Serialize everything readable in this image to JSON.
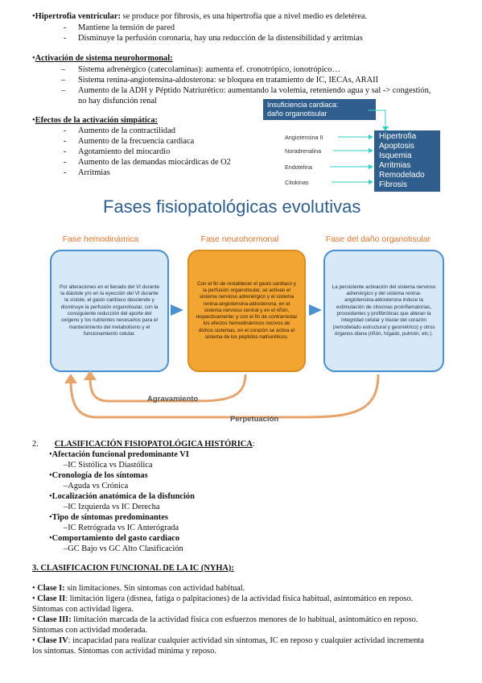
{
  "top": {
    "hipertrofia_title": "Hipertrofia ventricular:",
    "hipertrofia_text": " se produce por fibrosis, es una hipertrofia que a nivel medio es deletérea.",
    "hipertrofia_items": [
      "Mantiene la tensión de pared",
      "Disminuye la perfusión coronaria, hay una reducción de la distensibilidad y arritmias"
    ],
    "activacion_title": "Activación de sistema neurohormonal:",
    "activacion_items": [
      "Sistema adrenérgico (catecolaminas): aumenta ef. cronotrópico, ionotrópico…",
      "Sistema renina-angiotensina-aldosterona: se bloquea en tratamiento de IC, IECAs, ARAII",
      "Aumento de la ADH y Péptido Natriurético: aumentando la volemia, reteniendo agua y sal -> congestión,",
      "no hay disfunción renal"
    ],
    "efectos_title": "Efectos de la activación simpática:",
    "efectos_items": [
      "Aumento de la contractilidad",
      "Aumento de la frecuencia cardiaca",
      "Agotamiento del miocardio",
      "Aumento de las demandas miocárdicas de O2",
      "Arritmias"
    ]
  },
  "diagram": {
    "ic_box_line1": "Insuficiencia cardiaca:",
    "ic_box_line2": "daño organotisular",
    "agents": [
      "Angiotensina II",
      "Noradrenalina",
      "Endotelina",
      "Citokinas"
    ],
    "effects": [
      "Hipertrofia",
      "Apoptosis",
      "Isquemia",
      "Arritmias",
      "Remodelado",
      "Fibrosis"
    ],
    "colors": {
      "box": "#2f5d8c",
      "arrow": "#2fd0c8"
    }
  },
  "figure": {
    "title": "Fases fisiopatológicas evolutivas",
    "phases": [
      {
        "heading": "Fase hemodinámica",
        "text": "Por alteraciones en el llenado del VI durante la diástole y/o en la eyección del VI durante la sístole, el gasto cardíaco desciende y disminuye la perfusión organotisular, con la consiguiente reducción del aporte del oxígeno y los nutrientes necesarios para el mantenimiento del metabolismo y el funcionamiento celular."
      },
      {
        "heading": "Fase neurohormonal",
        "text": "Con el fin de restablecer el gasto cardíaco y la perfusión organotisular, se activan el sistema nervioso adrenérgico y el sistema renina-angiotensina-aldosterona, en el sistema nervioso central y en el riñón, respectivamente; y con el fin de contrarrestar los efectos hemodinámicos nocivos de dichos sistemas, en el corazón se activa el sistema de los péptidos natriuréticos."
      },
      {
        "heading": "Fase del daño organotisular",
        "text": "La persistente activación del sistema nervioso adrenérgico y del sistema renina-angiotensina-aldosterona induce la estimulación de citocinas proinflamatorias, prooxidantes y profibróticas que alteran la integridad celular y tisular del corazón (remodelado estructural y geométrico) y otros órganos diana (riñón, hígado, pulmón, etc.)."
      }
    ],
    "agravamiento": "Agravamiento",
    "perpetuacion": "Perpetuación",
    "colors": {
      "title": "#2c5f8f",
      "heading": "#e8742a",
      "blue_box": "#cfe3f5",
      "orange_box": "#f2a531",
      "border": "#4a90d0"
    }
  },
  "section2": {
    "number": "2.",
    "title": "CLASIFICACIÓN FISIOPATOLÓGICA HISTÓRICA",
    "colon": ":",
    "groups": [
      {
        "title": "Afectación funcional predominante VI",
        "item": "–IC Sistólica vs Diastólica"
      },
      {
        "title": "Cronología de los síntomas",
        "item": "–Aguda vs Crónica"
      },
      {
        "title": "Localización anatómica de la disfunción",
        "item": "–IC Izquierda vs IC Derecha"
      },
      {
        "title": "Tipo de síntomas predominantes",
        "item": "–IC Retrógrada vs IC Anterógrada"
      },
      {
        "title": "Comportamiento del gasto cardiaco",
        "item": "–GC Bajo vs GC Alto Clasificación"
      }
    ]
  },
  "section3": {
    "title": "3. CLASIFICACION FUNCIONAL DE LA IC (NYHA):",
    "classes": [
      {
        "label": "Clase I:",
        "line1": " sin limitaciones. Sin síntomas con actividad habitual.",
        "line2": ""
      },
      {
        "label": "Clase II",
        "line1": ": limitación ligera (disnea, fatiga o palpitaciones) de la actividad física habitual, asintomático en reposo.",
        "line2": "Síntomas con actividad ligera."
      },
      {
        "label": "Clase III:",
        "line1": " limitación marcada de la actividad física con esfuerzos menores de lo habitual, asintomático en reposo.",
        "line2": "Síntomas con actividad moderada."
      },
      {
        "label": "Clase IV",
        "line1": ": incapacidad para realizar cualquier actividad sin síntomas, IC en reposo y cualquier actividad incrementa",
        "line2": "los síntomas. Síntomas con actividad mínima y reposo."
      }
    ]
  }
}
